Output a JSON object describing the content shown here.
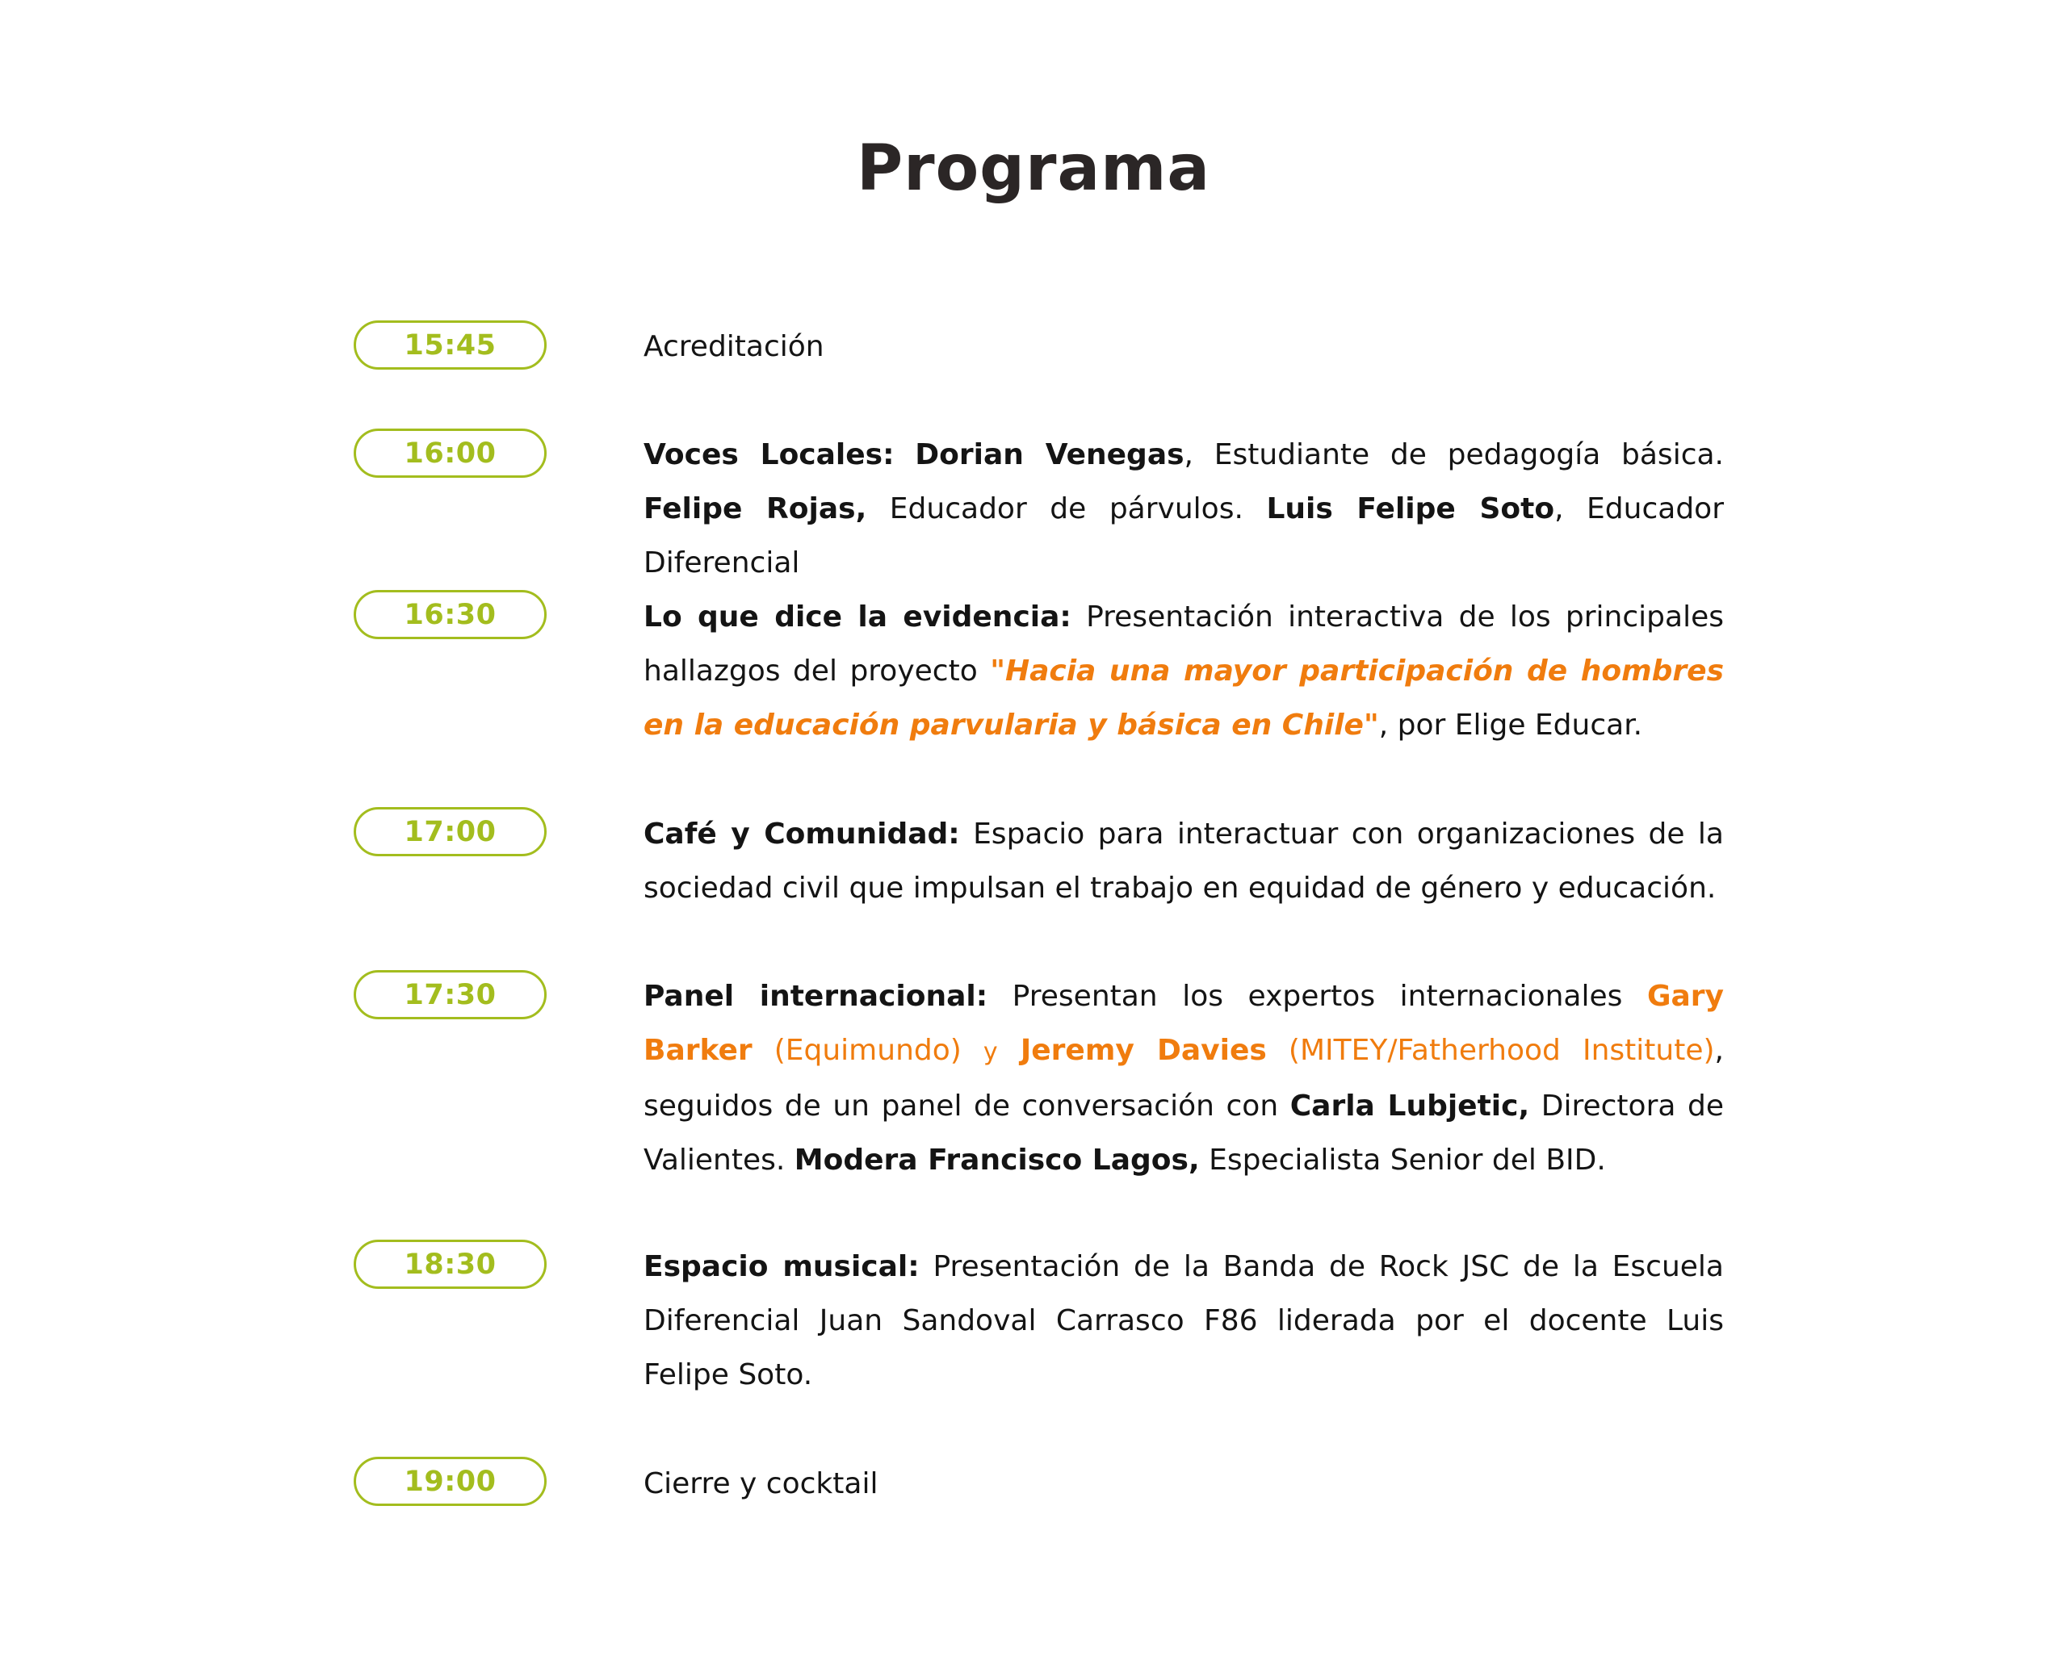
{
  "title": "Programa",
  "colors": {
    "accent_green": "#a3bd1e",
    "accent_orange": "#f07c0e",
    "text": "#141414",
    "title": "#2b2626"
  },
  "items": [
    {
      "time": "15:45",
      "text": "Acreditación"
    },
    {
      "time": "16:00",
      "label": "Voces Locales:",
      "p1": "Dorian Venegas",
      "p2": ", Estudiante de pedagogía básica. ",
      "p3": "Felipe Rojas,",
      "p4": " Educador de párvulos. ",
      "p5": "Luis Felipe Soto",
      "p6": ", Educador Diferencial"
    },
    {
      "time": "16:30",
      "label": "Lo que dice la evidencia:",
      "p1": " Presentación interactiva de los principales hallazgos del proyecto ",
      "p2": "\"Hacia una mayor participación de hombres en la educación parvularia y básica en Chile\"",
      "p3": ", por Elige Educar."
    },
    {
      "time": "17:00",
      "label": "Café y Comunidad:",
      "p1": " Espacio para interactuar con organizaciones de la sociedad civil que impulsan el trabajo en equidad de género y educación."
    },
    {
      "time": "17:30",
      "label": "Panel internacional:",
      "p1": "  Presentan los expertos internacionales ",
      "p2": "Gary Barker",
      "p3": " (Equimundo) ",
      "p4": "y",
      "p5": " Jeremy Davies",
      "p6": " (MITEY/Fatherhood Institute)",
      "p7": ", seguidos de un panel de conversación con ",
      "p8": "Carla Lubjetic,",
      "p9": " Directora de Valientes. ",
      "p10": "Modera Francisco Lagos,",
      "p11": " Especialista Senior del BID."
    },
    {
      "time": "18:30",
      "label": "Espacio musical:",
      "p1": " Presentación de la Banda de Rock JSC de la Escuela Diferencial Juan Sandoval Carrasco F86 liderada por el docente Luis Felipe Soto."
    },
    {
      "time": "19:00",
      "text": "Cierre y cocktail"
    }
  ]
}
